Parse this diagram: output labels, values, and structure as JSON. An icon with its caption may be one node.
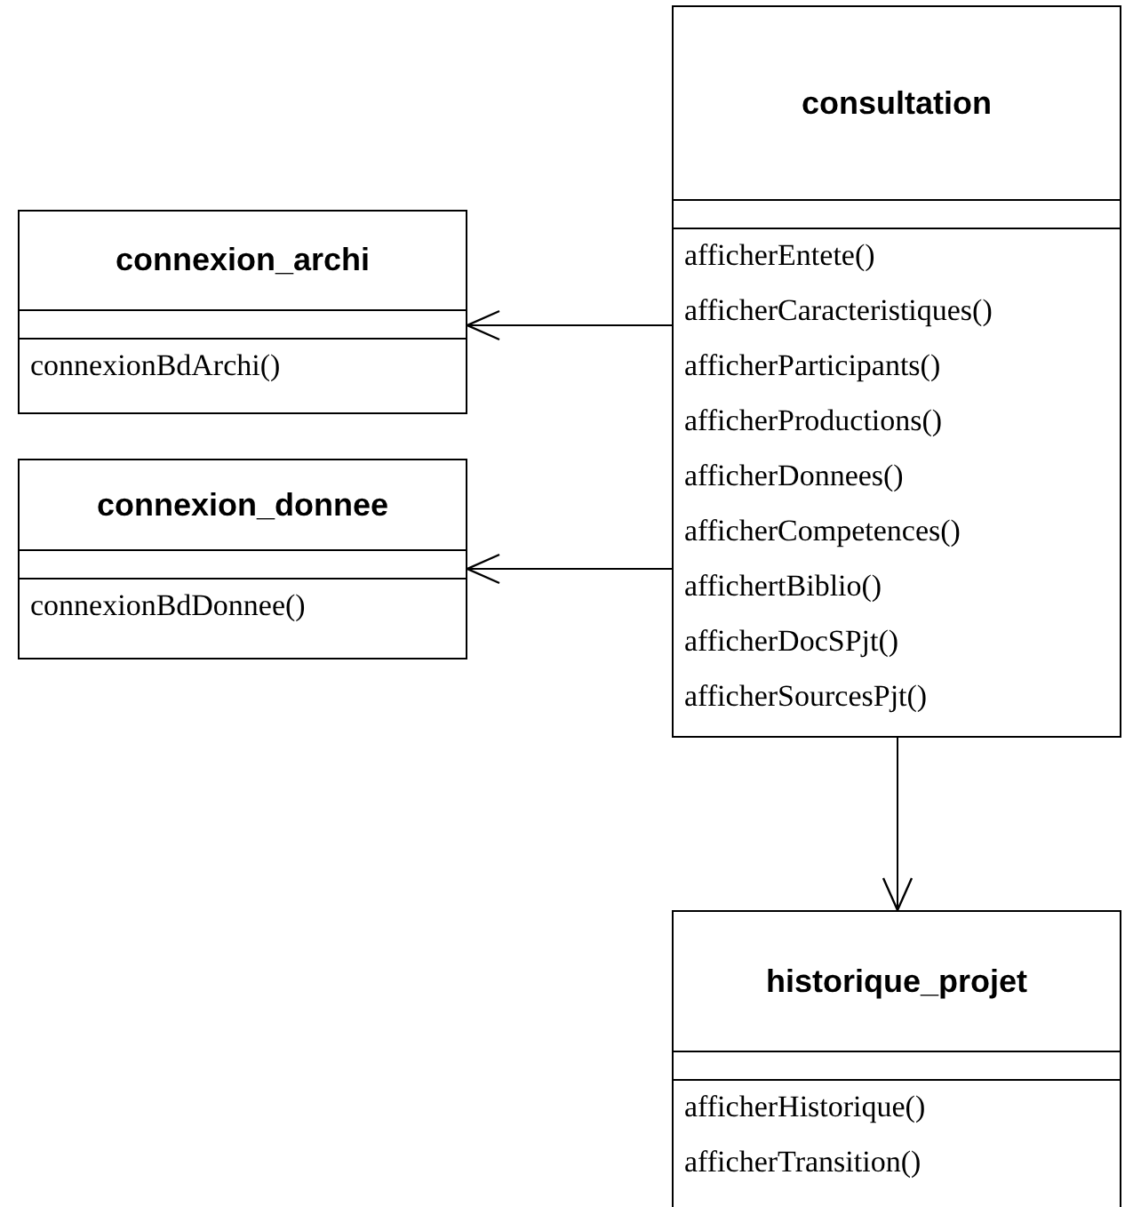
{
  "diagram": {
    "nodes": [
      {
        "text": [
          "consultation",
          "afficherEntete()",
          "afficherCaracteristiques()",
          "afficherParticipants()",
          "afficherProductions()",
          "afficherDonnees()",
          "afficherCompetences()",
          "affichertBiblio()",
          "afficherDocSPjt()",
          "afficherSourcesPjt()"
        ]
      },
      {
        "text": [
          "connexion_archi",
          "connexionBdArchi()"
        ]
      },
      {
        "text": [
          "connexion_donnee",
          "connexionBdDonnee()"
        ]
      },
      {
        "text": [
          "historique_projet",
          "afficherHistorique()",
          "afficherTransition()"
        ]
      }
    ],
    "edges": [
      {
        "from": 0,
        "to": 1,
        "arrow": "to"
      },
      {
        "from": 0,
        "to": 2,
        "arrow": "to"
      },
      {
        "from": 0,
        "to": 3,
        "arrow": "to"
      }
    ]
  }
}
